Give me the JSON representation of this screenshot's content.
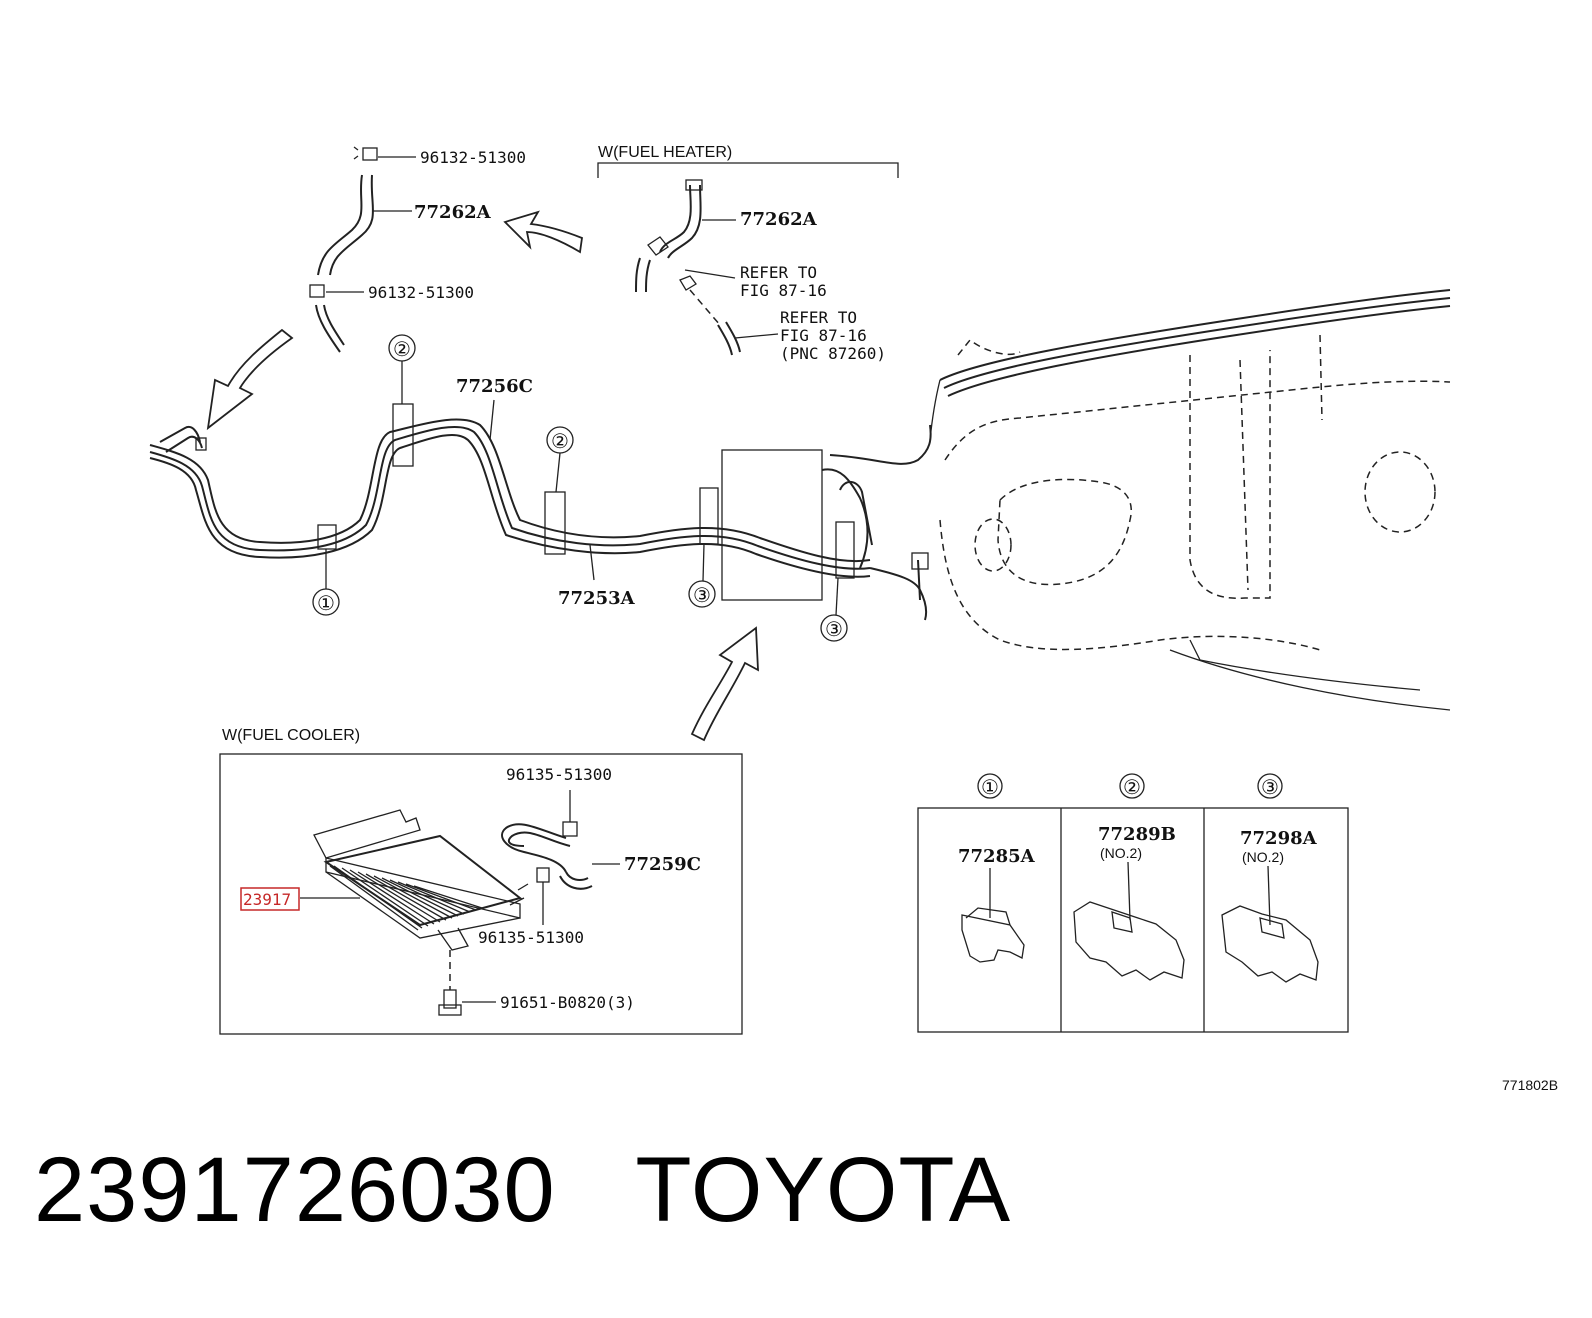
{
  "labels": {
    "fuel_heater_title": "W(FUEL HEATER)",
    "fuel_cooler_title": "W(FUEL COOLER)",
    "clamp_top_a": "96132-51300",
    "hose_top": "77262A",
    "clamp_top_b": "96132-51300",
    "hose_heater": "77262A",
    "refer_1a": "REFER TO",
    "refer_1b": "FIG 87-16",
    "refer_2a": "REFER TO",
    "refer_2b": "FIG 87-16",
    "refer_2c": "(PNC 87260)",
    "tube_upper": "77256C",
    "tube_lower": "77253A",
    "clamp_cooler_top": "96135-51300",
    "hose_cooler": "77259C",
    "cooler_part": "23917",
    "clamp_cooler_bottom": "96135-51300",
    "bolt": "91651-B0820(3)",
    "clamp_1": "77285A",
    "clamp_2": "77289B",
    "clamp_2_note": "(NO.2)",
    "clamp_3": "77298A",
    "clamp_3_note": "(NO.2)",
    "figure_id": "771802B"
  },
  "callouts": [
    "①",
    "②",
    "③"
  ],
  "caption": {
    "part_number": "2391726030",
    "brand": "TOYOTA"
  },
  "highlight_color": "#c62828"
}
